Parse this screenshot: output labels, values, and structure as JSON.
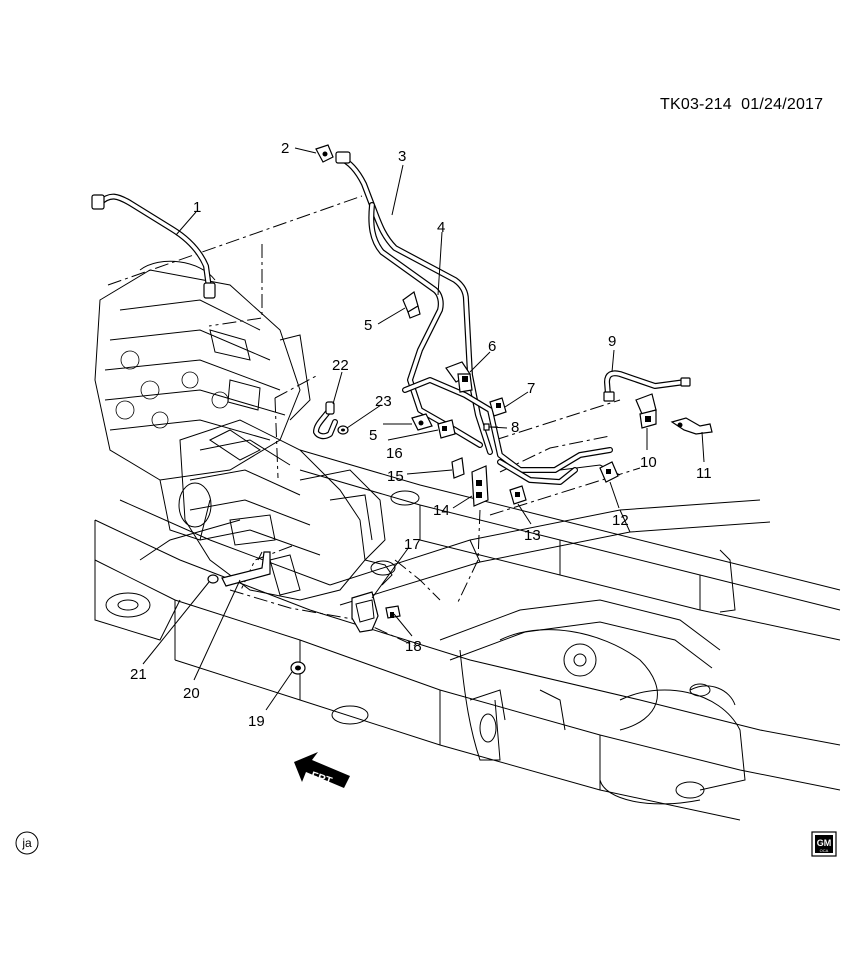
{
  "diagram": {
    "reference_code": "TK03-214",
    "date": "01/24/2017",
    "artist_initials": "ja",
    "logo_text": "GM",
    "logo_subtext": "OCA",
    "direction_label": "FRT",
    "callouts": [
      "1",
      "2",
      "3",
      "4",
      "5",
      "5",
      "6",
      "7",
      "8",
      "9",
      "10",
      "11",
      "12",
      "13",
      "14",
      "15",
      "16",
      "17",
      "18",
      "19",
      "20",
      "21",
      "22",
      "23"
    ]
  }
}
